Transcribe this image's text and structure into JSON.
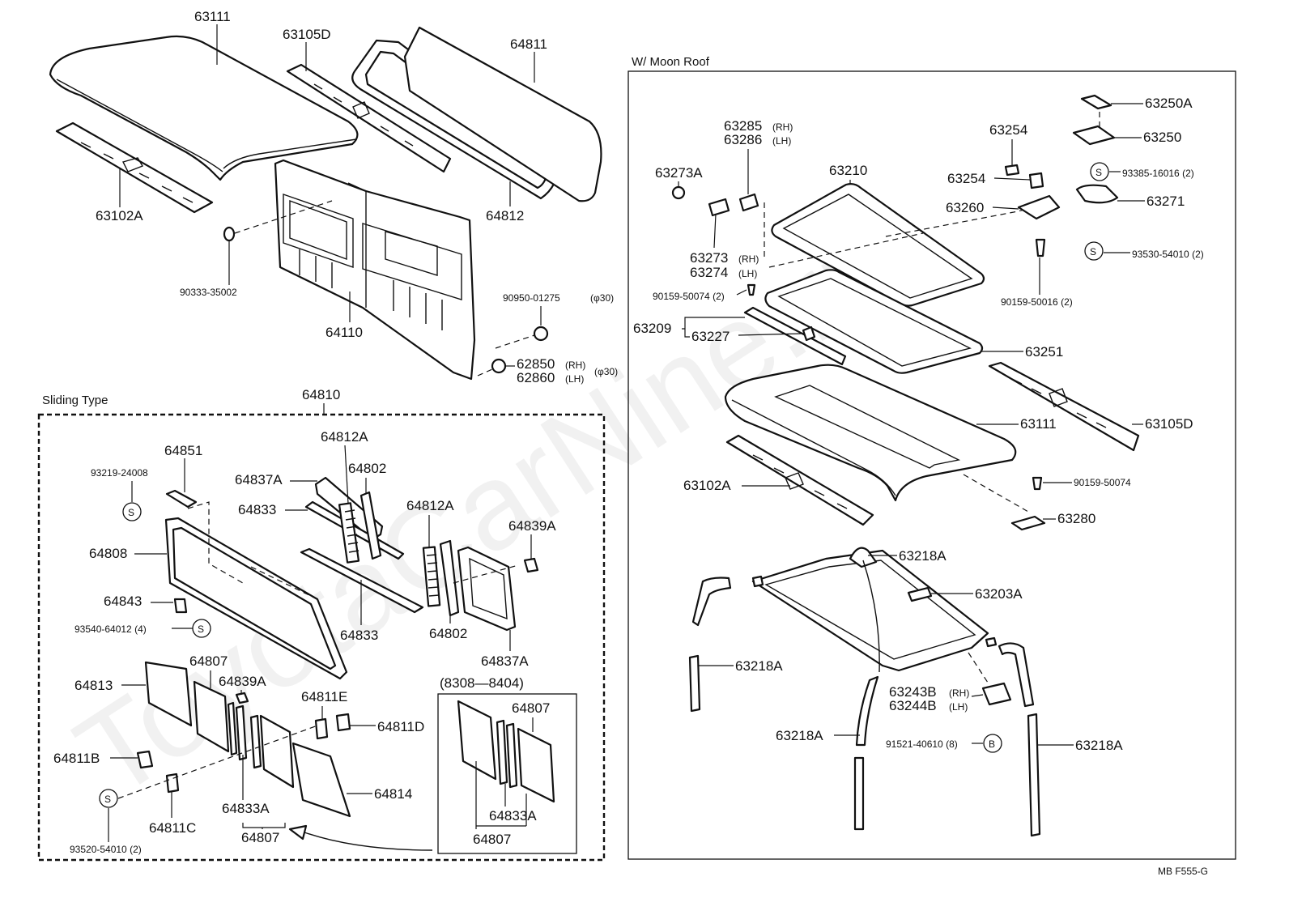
{
  "watermark": "ToyotaCarNine.ru",
  "footer_code": "MB  F555-G",
  "sections": {
    "moon_roof": "W/ Moon Roof",
    "sliding_type": "Sliding Type",
    "date_range": "(8308—8404)"
  },
  "labels": {
    "p63111": "63111",
    "p63105d": "63105D",
    "p64811": "64811",
    "p64812": "64812",
    "p63102a": "63102A",
    "p90333": "90333-35002",
    "p64110": "64110",
    "p90950": "90950-01275",
    "p90950_dim": "(φ30)",
    "p62850": "62850",
    "p62860": "62860",
    "p6286x_dim": "(φ30)",
    "p64810": "64810",
    "p64851": "64851",
    "p93219": "93219-24008",
    "p64808": "64808",
    "p64843": "64843",
    "p93540": "93540-64012 (4)",
    "p64837a_top": "64837A",
    "p64833_top": "64833",
    "p64812a_top": "64812A",
    "p64802_top": "64802",
    "p64812a_mid": "64812A",
    "p64839a_top": "64839A",
    "p64833_bot": "64833",
    "p64802_bot": "64802",
    "p64837a_bot": "64837A",
    "p64813": "64813",
    "p64807_top": "64807",
    "p64839a_bot": "64839A",
    "p64811e": "64811E",
    "p64811d": "64811D",
    "p64811b": "64811B",
    "p64814": "64814",
    "p64811c": "64811C",
    "p64833a": "64833A",
    "p64807_bot": "64807",
    "p93520": "93520-54010 (2)",
    "p64807_box": "64807",
    "p64833a_box": "64833A",
    "p64807_box2": "64807",
    "p63285": "63285",
    "p63286": "63286",
    "p63273a": "63273A",
    "p63273": "63273",
    "p63274": "63274",
    "p90159_74_2": "90159-50074 (2)",
    "p63209": "63209",
    "p63227": "63227",
    "p63210": "63210",
    "p63254_top": "63254",
    "p63254": "63254",
    "p63260": "63260",
    "p90159_16": "90159-50016 (2)",
    "p63250a": "63250A",
    "p63250": "63250",
    "p93385": "93385-16016 (2)",
    "p63271": "63271",
    "p93530": "93530-54010 (2)",
    "p63251": "63251",
    "p63111_mr": "63111",
    "p63105d_mr": "63105D",
    "p63102a_mr": "63102A",
    "p90159_74": "90159-50074",
    "p63280": "63280",
    "p63218a_1": "63218A",
    "p63203a": "63203A",
    "p63218a_2": "63218A",
    "p63243b": "63243B",
    "p63244b": "63244B",
    "p63218a_3": "63218A",
    "p91521": "91521-40610 (8)",
    "p63218a_4": "63218A",
    "rh": "(RH)",
    "lh": "(LH)",
    "s": "S",
    "b": "B"
  }
}
